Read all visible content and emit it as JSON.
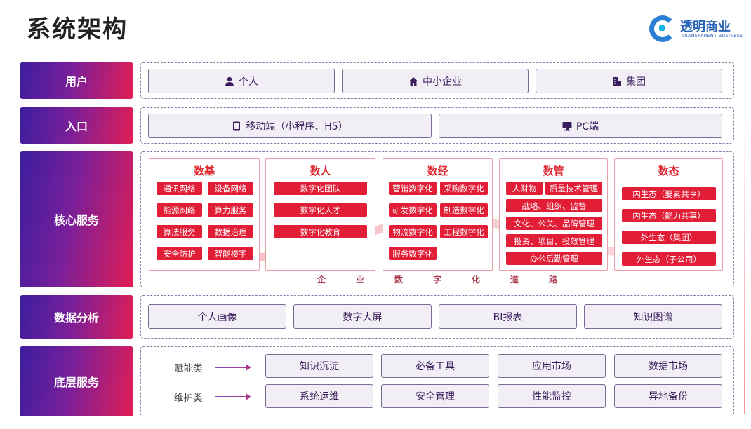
{
  "title": "系统架构",
  "logo": {
    "name": "透明商业",
    "sub": "TRANSPARENT BUSINESS"
  },
  "rows": {
    "user": {
      "label": "用户",
      "items": [
        "个人",
        "中小企业",
        "集团"
      ]
    },
    "entry": {
      "label": "入口",
      "items": [
        "移动端（小程序、H5）",
        "PC端"
      ]
    },
    "core": {
      "label": "核心服务",
      "cols": [
        {
          "title": "数基",
          "tags": [
            "通讯网络",
            "设备网络",
            "能源网络",
            "算力服务",
            "算法服务",
            "数据治理",
            "安全防护",
            "智能楼宇"
          ]
        },
        {
          "title": "数人",
          "tags": [
            "数字化团队",
            "数字化人才",
            "数字化教育"
          ]
        },
        {
          "title": "数经",
          "tags": [
            "营销数字化",
            "采购数字化",
            "研发数字化",
            "制造数字化",
            "物流数字化",
            "工程数字化",
            "服务数字化"
          ]
        },
        {
          "title": "数管",
          "tags": [
            "人财物",
            "质量技术管理",
            "战略、组织、监督",
            "文化、公关、品牌管理",
            "投资、项目、投效管理",
            "办公后勤管理"
          ]
        },
        {
          "title": "数态",
          "tags": [
            "内生态（要素共享）",
            "内生态（能力共享）",
            "外生态（集团）",
            "外生态（子公司）"
          ]
        }
      ],
      "road": [
        "企",
        "业",
        "数",
        "字",
        "化",
        "道",
        "路"
      ]
    },
    "analysis": {
      "label": "数据分析",
      "items": [
        "个人画像",
        "数字大屏",
        "BI报表",
        "知识图谱"
      ]
    },
    "base": {
      "label": "底层服务",
      "enable_label": "赋能类",
      "maintain_label": "维护类",
      "enable": [
        "知识沉淀",
        "必备工具",
        "应用市场",
        "数据市场"
      ],
      "maintain": [
        "系统运维",
        "安全管理",
        "性能监控",
        "异地备份"
      ]
    }
  }
}
